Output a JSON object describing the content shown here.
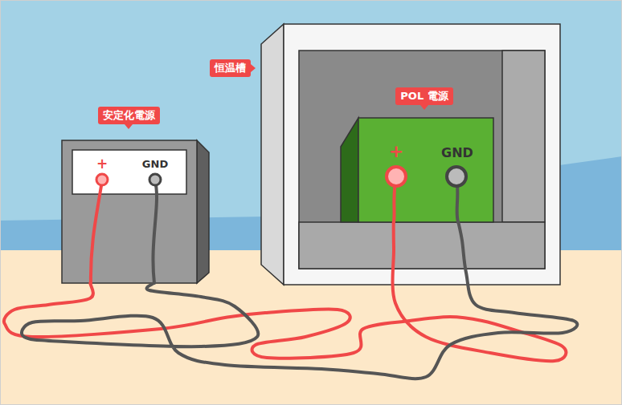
{
  "diagram": {
    "nodes": [
      {
        "text": [
          "安定化電源"
        ]
      },
      {
        "text": [
          "恒温槽"
        ]
      },
      {
        "text": [
          "POL 電源"
        ],
        "in": 1
      }
    ],
    "edges": [
      {
        "from": 0,
        "to": 2,
        "arrow": "none"
      },
      {
        "from": 0,
        "to": 2,
        "arrow": "none"
      }
    ],
    "labels": [
      "+",
      "GND",
      "+",
      "GND"
    ]
  }
}
